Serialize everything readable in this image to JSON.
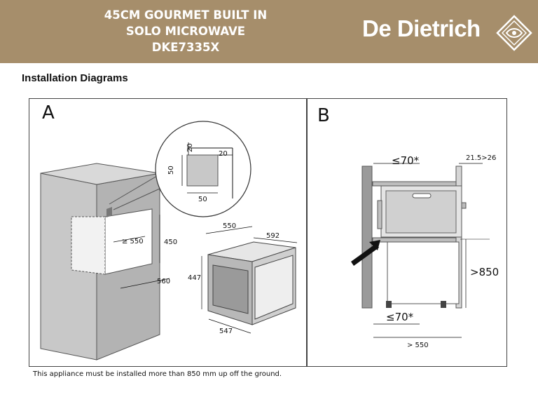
{
  "header": {
    "title_line1": "45CM GOURMET BUILT IN",
    "title_line2": "SOLO MICROWAVE",
    "title_line3": "DKE7335X",
    "brand": "De Dietrich",
    "brand_mark_icon": "diamond-logo-icon",
    "background_color": "#a68e6b"
  },
  "section_title": "Installation Diagrams",
  "diagram_a": {
    "label": "A",
    "cutout_depth": "≥ 550",
    "cutout_height": "450",
    "cabinet_depth": "560",
    "vent_height": "50",
    "vent_width": "50",
    "vent_offset_top": "20",
    "vent_offset_side": "20",
    "appliance_depth": "550",
    "appliance_width": "592",
    "appliance_height": "447",
    "appliance_front_width": "547"
  },
  "diagram_b": {
    "label": "B",
    "top_gap": "≤70*",
    "side_gap": "21.5>26",
    "height_from_floor": ">850",
    "bottom_gap": "≤70*",
    "depth": "> 550"
  },
  "footnote": "This appliance must be installed more than 850 mm up off the ground."
}
